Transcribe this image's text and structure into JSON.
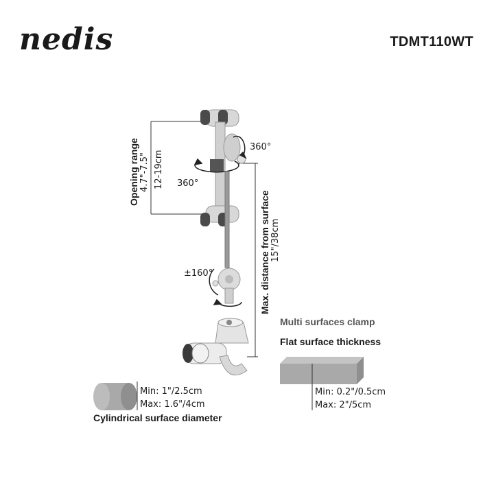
{
  "header": {
    "brand": "nedis",
    "model": "TDMT110WT"
  },
  "opening_range": {
    "title": "Opening range",
    "inches": "4.7\"-7.5\"",
    "cm": "12-19cm"
  },
  "rotation": {
    "top": "360°",
    "middle": "360°",
    "tilt": "±160°"
  },
  "max_distance": {
    "title": "Max. distance from surface",
    "value": "15\"/38cm"
  },
  "multi_clamp": {
    "title": "Multi surfaces clamp"
  },
  "flat_surface": {
    "title": "Flat surface thickness",
    "min": "Min: 0.2\"/0.5cm",
    "max": "Max: 2\"/5cm"
  },
  "cylindrical": {
    "title": "Cylindrical surface diameter",
    "min": "Min: 1\"/2.5cm",
    "max": "Max: 1.6\"/4cm"
  },
  "colors": {
    "metal": "#bdbdbd",
    "grip": "#4a4a4a",
    "block": "#a9a9a9"
  }
}
